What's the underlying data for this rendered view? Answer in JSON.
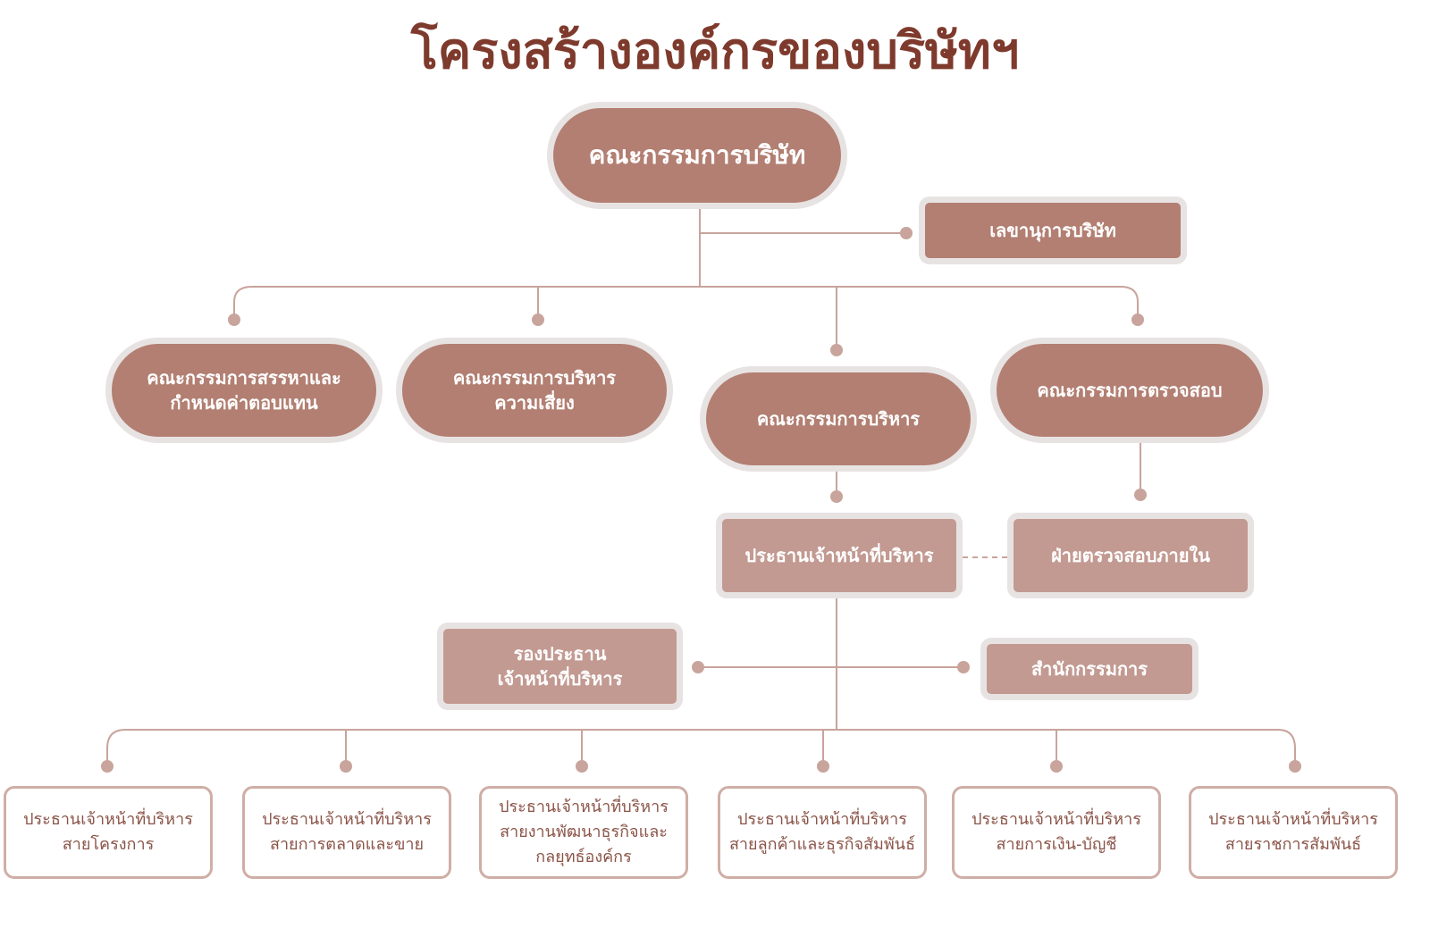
{
  "title": "โครงสร้างองค์กรของบริษัทฯ",
  "colors": {
    "title": "#7e3a2c",
    "node_dark": "#b27f72",
    "node_light": "#c29a92",
    "node_border": "#e8e3e3",
    "outline_border": "#cfaea6",
    "outline_text": "#8a5347",
    "connector": "#c8a49c"
  },
  "nodes": {
    "board": "คณะกรรมการบริษัท",
    "secretary": "เลขานุการบริษัท",
    "nomination": "คณะกรรมการสรรหาและ\nกำหนดค่าตอบแทน",
    "risk": "คณะกรรมการบริหาร\nความเสี่ยง",
    "executive": "คณะกรรมการบริหาร",
    "audit": "คณะกรรมการตรวจสอบ",
    "ceo": "ประธานเจ้าหน้าที่บริหาร",
    "internal_audit": "ฝ่ายตรวจสอบภายใน",
    "deputy_ceo": "รองประธาน\nเจ้าหน้าที่บริหาร",
    "office": "สำนักกรรมการ"
  },
  "divisions": [
    "ประธานเจ้าหน้าที่บริหาร\nสายโครงการ",
    "ประธานเจ้าหน้าที่บริหาร\nสายการตลาดและขาย",
    "ประธานเจ้าหน้าที่บริหาร\nสายงานพัฒนาธุรกิจและ\nกลยุทธ์องค์กร",
    "ประธานเจ้าหน้าที่บริหาร\nสายลูกค้าและธุรกิจสัมพันธ์",
    "ประธานเจ้าหน้าที่บริหาร\nสายการเงิน-บัญชี",
    "ประธานเจ้าหน้าที่บริหาร\nสายราชการสัมพันธ์"
  ]
}
